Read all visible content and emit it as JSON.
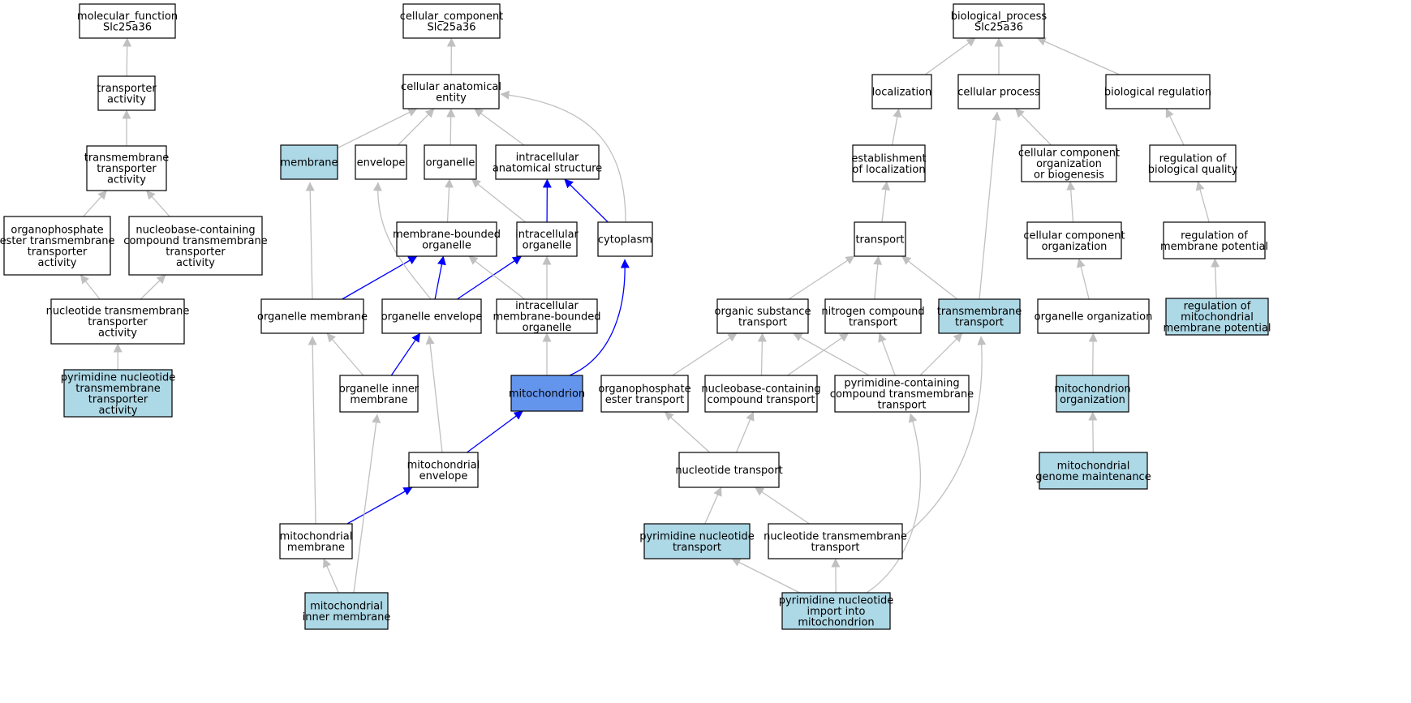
{
  "colors": {
    "default": "#ffffff",
    "annotated": "#add8e6",
    "focus": "#6495ed",
    "edge": "#c0c0c0",
    "focus_edge": "#0000ff"
  },
  "nodes": {
    "mf_root": {
      "lines": [
        "molecular_function",
        "Slc25a36"
      ],
      "fill": "default"
    },
    "transporter_activity": {
      "lines": [
        "transporter",
        "activity"
      ],
      "fill": "default"
    },
    "tm_transporter_activity": {
      "lines": [
        "transmembrane",
        "transporter",
        "activity"
      ],
      "fill": "default"
    },
    "organophosphate_tm_activity": {
      "lines": [
        "organophosphate",
        "ester transmembrane",
        "transporter",
        "activity"
      ],
      "fill": "default"
    },
    "nucleobase_tm_activity": {
      "lines": [
        "nucleobase-containing",
        "compound transmembrane",
        "transporter",
        "activity"
      ],
      "fill": "default"
    },
    "nucleotide_tm_activity": {
      "lines": [
        "nucleotide transmembrane",
        "transporter",
        "activity"
      ],
      "fill": "default"
    },
    "pyrimidine_tm_activity": {
      "lines": [
        "pyrimidine nucleotide",
        "transmembrane",
        "transporter",
        "activity"
      ],
      "fill": "annotated"
    },
    "cc_root": {
      "lines": [
        "cellular_component",
        "Slc25a36"
      ],
      "fill": "default"
    },
    "cellular_anatomical_entity": {
      "lines": [
        "cellular anatomical",
        "entity"
      ],
      "fill": "default"
    },
    "membrane": {
      "lines": [
        "membrane"
      ],
      "fill": "annotated"
    },
    "envelope": {
      "lines": [
        "envelope"
      ],
      "fill": "default"
    },
    "organelle": {
      "lines": [
        "organelle"
      ],
      "fill": "default"
    },
    "intracellular_structure": {
      "lines": [
        "intracellular",
        "anatomical structure"
      ],
      "fill": "default"
    },
    "membrane_bounded_organelle": {
      "lines": [
        "membrane-bounded",
        "organelle"
      ],
      "fill": "default"
    },
    "intracellular_organelle": {
      "lines": [
        "intracellular",
        "organelle"
      ],
      "fill": "default"
    },
    "cytoplasm": {
      "lines": [
        "cytoplasm"
      ],
      "fill": "default"
    },
    "organelle_membrane": {
      "lines": [
        "organelle membrane"
      ],
      "fill": "default"
    },
    "organelle_envelope": {
      "lines": [
        "organelle envelope"
      ],
      "fill": "default"
    },
    "intracellular_mb_organelle": {
      "lines": [
        "intracellular",
        "membrane-bounded",
        "organelle"
      ],
      "fill": "default"
    },
    "organelle_inner_membrane": {
      "lines": [
        "organelle inner",
        "membrane"
      ],
      "fill": "default"
    },
    "mitochondrion": {
      "lines": [
        "mitochondrion"
      ],
      "fill": "focus"
    },
    "mitochondrial_envelope": {
      "lines": [
        "mitochondrial",
        "envelope"
      ],
      "fill": "default"
    },
    "mitochondrial_membrane": {
      "lines": [
        "mitochondrial",
        "membrane"
      ],
      "fill": "default"
    },
    "mitochondrial_inner_membrane": {
      "lines": [
        "mitochondrial",
        "inner membrane"
      ],
      "fill": "annotated"
    },
    "bp_root": {
      "lines": [
        "biological_process",
        "Slc25a36"
      ],
      "fill": "default"
    },
    "localization": {
      "lines": [
        "localization"
      ],
      "fill": "default"
    },
    "cellular_process": {
      "lines": [
        "cellular process"
      ],
      "fill": "default"
    },
    "biological_regulation": {
      "lines": [
        "biological regulation"
      ],
      "fill": "default"
    },
    "establishment_localization": {
      "lines": [
        "establishment",
        "of localization"
      ],
      "fill": "default"
    },
    "cc_org_biogenesis": {
      "lines": [
        "cellular component",
        "organization",
        "or biogenesis"
      ],
      "fill": "default"
    },
    "regulation_bio_quality": {
      "lines": [
        "regulation of",
        "biological quality"
      ],
      "fill": "default"
    },
    "transport": {
      "lines": [
        "transport"
      ],
      "fill": "default"
    },
    "cc_organization": {
      "lines": [
        "cellular component",
        "organization"
      ],
      "fill": "default"
    },
    "regulation_membrane_potential": {
      "lines": [
        "regulation of",
        "membrane potential"
      ],
      "fill": "default"
    },
    "organic_substance_transport": {
      "lines": [
        "organic substance",
        "transport"
      ],
      "fill": "default"
    },
    "nitrogen_compound_transport": {
      "lines": [
        "nitrogen compound",
        "transport"
      ],
      "fill": "default"
    },
    "transmembrane_transport": {
      "lines": [
        "transmembrane",
        "transport"
      ],
      "fill": "annotated"
    },
    "organelle_organization": {
      "lines": [
        "organelle organization"
      ],
      "fill": "default"
    },
    "regulation_mito_membrane_potential": {
      "lines": [
        "regulation of",
        "mitochondrial",
        "membrane potential"
      ],
      "fill": "annotated"
    },
    "organophosphate_transport": {
      "lines": [
        "organophosphate",
        "ester transport"
      ],
      "fill": "default"
    },
    "nucleobase_transport": {
      "lines": [
        "nucleobase-containing",
        "compound transport"
      ],
      "fill": "default"
    },
    "pyrimidine_compound_tm_transport": {
      "lines": [
        "pyrimidine-containing",
        "compound transmembrane",
        "transport"
      ],
      "fill": "default"
    },
    "mitochondrion_organization": {
      "lines": [
        "mitochondrion",
        "organization"
      ],
      "fill": "annotated"
    },
    "nucleotide_transport": {
      "lines": [
        "nucleotide transport"
      ],
      "fill": "default"
    },
    "mito_genome_maintenance": {
      "lines": [
        "mitochondrial",
        "genome maintenance"
      ],
      "fill": "annotated"
    },
    "pyrimidine_nucleotide_transport": {
      "lines": [
        "pyrimidine nucleotide",
        "transport"
      ],
      "fill": "annotated"
    },
    "nucleotide_tm_transport": {
      "lines": [
        "nucleotide transmembrane",
        "transport"
      ],
      "fill": "default"
    },
    "pyrimidine_import_mito": {
      "lines": [
        "pyrimidine nucleotide",
        "import into",
        "mitochondrion"
      ],
      "fill": "annotated"
    }
  },
  "edges": [
    {
      "from": "transporter_activity",
      "to": "mf_root",
      "kind": "is_a"
    },
    {
      "from": "tm_transporter_activity",
      "to": "transporter_activity",
      "kind": "is_a"
    },
    {
      "from": "organophosphate_tm_activity",
      "to": "tm_transporter_activity",
      "kind": "is_a"
    },
    {
      "from": "nucleobase_tm_activity",
      "to": "tm_transporter_activity",
      "kind": "is_a"
    },
    {
      "from": "nucleotide_tm_activity",
      "to": "organophosphate_tm_activity",
      "kind": "is_a"
    },
    {
      "from": "nucleotide_tm_activity",
      "to": "nucleobase_tm_activity",
      "kind": "is_a"
    },
    {
      "from": "pyrimidine_tm_activity",
      "to": "nucleotide_tm_activity",
      "kind": "is_a"
    },
    {
      "from": "cellular_anatomical_entity",
      "to": "cc_root",
      "kind": "is_a"
    },
    {
      "from": "membrane",
      "to": "cellular_anatomical_entity",
      "kind": "is_a"
    },
    {
      "from": "envelope",
      "to": "cellular_anatomical_entity",
      "kind": "is_a"
    },
    {
      "from": "organelle",
      "to": "cellular_anatomical_entity",
      "kind": "is_a"
    },
    {
      "from": "intracellular_structure",
      "to": "cellular_anatomical_entity",
      "kind": "is_a"
    },
    {
      "from": "cytoplasm",
      "to": "cellular_anatomical_entity",
      "kind": "is_a"
    },
    {
      "from": "membrane_bounded_organelle",
      "to": "organelle",
      "kind": "is_a"
    },
    {
      "from": "intracellular_organelle",
      "to": "organelle",
      "kind": "is_a"
    },
    {
      "from": "intracellular_organelle",
      "to": "intracellular_structure",
      "kind": "part_of"
    },
    {
      "from": "cytoplasm",
      "to": "intracellular_structure",
      "kind": "part_of"
    },
    {
      "from": "organelle_membrane",
      "to": "membrane",
      "kind": "is_a"
    },
    {
      "from": "organelle_membrane",
      "to": "membrane_bounded_organelle",
      "kind": "part_of"
    },
    {
      "from": "organelle_envelope",
      "to": "envelope",
      "kind": "is_a"
    },
    {
      "from": "organelle_envelope",
      "to": "membrane_bounded_organelle",
      "kind": "part_of"
    },
    {
      "from": "organelle_envelope",
      "to": "intracellular_organelle",
      "kind": "part_of"
    },
    {
      "from": "intracellular_mb_organelle",
      "to": "membrane_bounded_organelle",
      "kind": "is_a"
    },
    {
      "from": "intracellular_mb_organelle",
      "to": "intracellular_organelle",
      "kind": "is_a"
    },
    {
      "from": "organelle_inner_membrane",
      "to": "organelle_membrane",
      "kind": "is_a"
    },
    {
      "from": "organelle_inner_membrane",
      "to": "organelle_envelope",
      "kind": "part_of"
    },
    {
      "from": "mitochondrion",
      "to": "intracellular_mb_organelle",
      "kind": "is_a"
    },
    {
      "from": "mitochondrion",
      "to": "cytoplasm",
      "kind": "part_of"
    },
    {
      "from": "mitochondrial_envelope",
      "to": "organelle_envelope",
      "kind": "is_a"
    },
    {
      "from": "mitochondrial_envelope",
      "to": "mitochondrion",
      "kind": "part_of"
    },
    {
      "from": "mitochondrial_membrane",
      "to": "organelle_membrane",
      "kind": "is_a"
    },
    {
      "from": "mitochondrial_membrane",
      "to": "mitochondrial_envelope",
      "kind": "part_of"
    },
    {
      "from": "mitochondrial_inner_membrane",
      "to": "mitochondrial_membrane",
      "kind": "is_a"
    },
    {
      "from": "mitochondrial_inner_membrane",
      "to": "organelle_inner_membrane",
      "kind": "is_a"
    },
    {
      "from": "localization",
      "to": "bp_root",
      "kind": "is_a"
    },
    {
      "from": "cellular_process",
      "to": "bp_root",
      "kind": "is_a"
    },
    {
      "from": "biological_regulation",
      "to": "bp_root",
      "kind": "is_a"
    },
    {
      "from": "establishment_localization",
      "to": "localization",
      "kind": "is_a"
    },
    {
      "from": "cc_org_biogenesis",
      "to": "cellular_process",
      "kind": "is_a"
    },
    {
      "from": "regulation_bio_quality",
      "to": "biological_regulation",
      "kind": "is_a"
    },
    {
      "from": "transport",
      "to": "establishment_localization",
      "kind": "is_a"
    },
    {
      "from": "cc_organization",
      "to": "cc_org_biogenesis",
      "kind": "is_a"
    },
    {
      "from": "regulation_membrane_potential",
      "to": "regulation_bio_quality",
      "kind": "is_a"
    },
    {
      "from": "organic_substance_transport",
      "to": "transport",
      "kind": "is_a"
    },
    {
      "from": "nitrogen_compound_transport",
      "to": "transport",
      "kind": "is_a"
    },
    {
      "from": "transmembrane_transport",
      "to": "transport",
      "kind": "is_a"
    },
    {
      "from": "transmembrane_transport",
      "to": "cellular_process",
      "kind": "is_a"
    },
    {
      "from": "organelle_organization",
      "to": "cc_organization",
      "kind": "is_a"
    },
    {
      "from": "regulation_mito_membrane_potential",
      "to": "regulation_membrane_potential",
      "kind": "is_a"
    },
    {
      "from": "organophosphate_transport",
      "to": "organic_substance_transport",
      "kind": "is_a"
    },
    {
      "from": "nucleobase_transport",
      "to": "organic_substance_transport",
      "kind": "is_a"
    },
    {
      "from": "nucleobase_transport",
      "to": "nitrogen_compound_transport",
      "kind": "is_a"
    },
    {
      "from": "pyrimidine_compound_tm_transport",
      "to": "organic_substance_transport",
      "kind": "is_a"
    },
    {
      "from": "pyrimidine_compound_tm_transport",
      "to": "nitrogen_compound_transport",
      "kind": "is_a"
    },
    {
      "from": "pyrimidine_compound_tm_transport",
      "to": "transmembrane_transport",
      "kind": "is_a"
    },
    {
      "from": "mitochondrion_organization",
      "to": "organelle_organization",
      "kind": "is_a"
    },
    {
      "from": "nucleotide_transport",
      "to": "organophosphate_transport",
      "kind": "is_a"
    },
    {
      "from": "nucleotide_transport",
      "to": "nucleobase_transport",
      "kind": "is_a"
    },
    {
      "from": "mito_genome_maintenance",
      "to": "mitochondrion_organization",
      "kind": "is_a"
    },
    {
      "from": "pyrimidine_nucleotide_transport",
      "to": "nucleotide_transport",
      "kind": "is_a"
    },
    {
      "from": "nucleotide_tm_transport",
      "to": "nucleotide_transport",
      "kind": "is_a"
    },
    {
      "from": "nucleotide_tm_transport",
      "to": "transmembrane_transport",
      "kind": "is_a"
    },
    {
      "from": "pyrimidine_import_mito",
      "to": "pyrimidine_nucleotide_transport",
      "kind": "is_a"
    },
    {
      "from": "pyrimidine_import_mito",
      "to": "nucleotide_tm_transport",
      "kind": "is_a"
    },
    {
      "from": "pyrimidine_import_mito",
      "to": "pyrimidine_compound_tm_transport",
      "kind": "is_a"
    }
  ]
}
